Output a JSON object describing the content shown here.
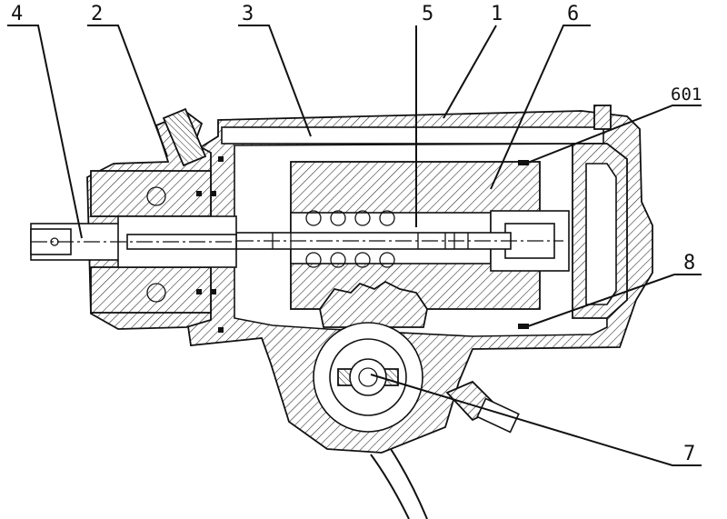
{
  "callouts": [
    {
      "id": "label-4",
      "text": "4"
    },
    {
      "id": "label-2",
      "text": "2"
    },
    {
      "id": "label-3",
      "text": "3"
    },
    {
      "id": "label-5",
      "text": "5"
    },
    {
      "id": "label-1",
      "text": "1"
    },
    {
      "id": "label-6",
      "text": "6"
    },
    {
      "id": "label-601",
      "text": "601"
    },
    {
      "id": "label-8",
      "text": "8"
    },
    {
      "id": "label-7",
      "text": "7"
    }
  ],
  "colors": {
    "line": "#111111",
    "background": "#ffffff"
  }
}
